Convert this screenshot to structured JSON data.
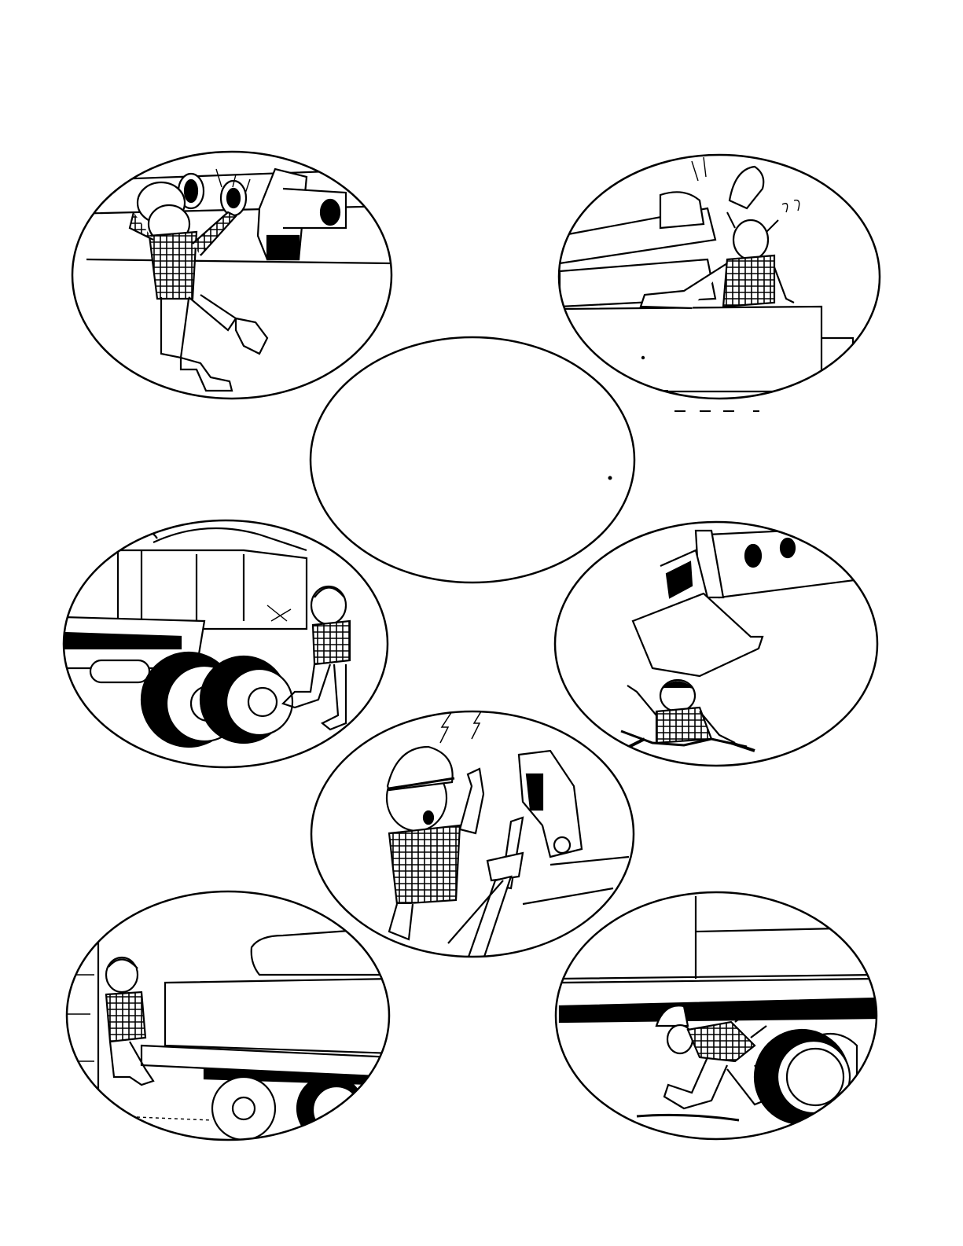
{
  "page": {
    "background": "#ffffff",
    "ink": "#000000"
  },
  "center_oval": {
    "label": ""
  },
  "panels": [
    {
      "id": "head-strike-boom",
      "icon": "worker-hit-by-boom-icon"
    },
    {
      "id": "falling-helmet",
      "icon": "worker-falling-from-deck-icon"
    },
    {
      "id": "truck-collision",
      "icon": "worker-hit-by-truck-icon"
    },
    {
      "id": "crushed-by-bucket",
      "icon": "worker-crushed-by-load-icon"
    },
    {
      "id": "pinched-finger",
      "icon": "worker-pinched-finger-icon"
    },
    {
      "id": "pinned-against-wall",
      "icon": "worker-pinned-against-wall-icon"
    },
    {
      "id": "run-over-by-wheel",
      "icon": "worker-run-over-icon"
    }
  ]
}
